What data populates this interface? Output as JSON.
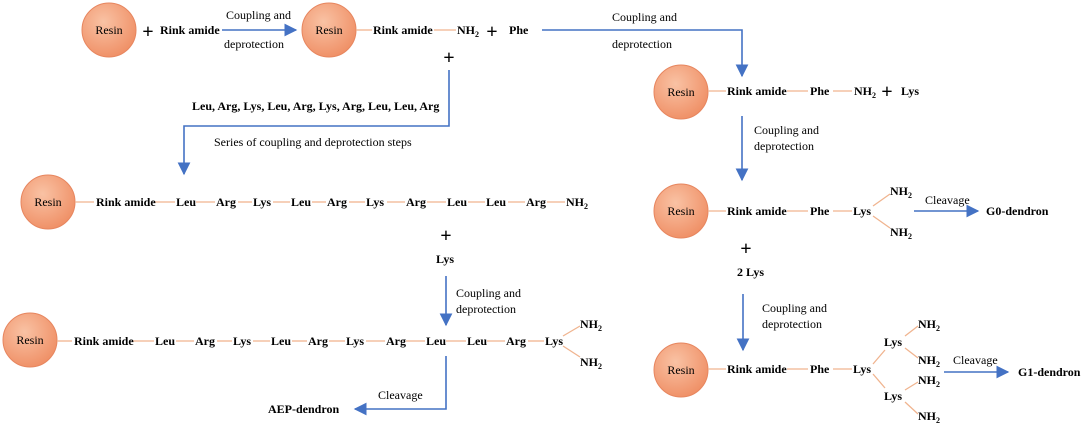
{
  "labels": {
    "resin": "Resin",
    "rink_amide": "Rink amide",
    "nh": "NH",
    "two": "2",
    "phe": "Phe",
    "lys": "Lys",
    "leu": "Leu",
    "arg": "Arg",
    "plus": "+",
    "coupling": "Coupling and",
    "deprotection": "deprotection",
    "sequence": "Leu, Arg, Lys, Leu, Arg, Lys, Arg, Leu, Leu, Arg",
    "series_steps": "Series of coupling and deprotection steps",
    "cleavage": "Cleavage",
    "aep_dendron": "AEP-dendron",
    "g0_dendron": "G0-dendron",
    "g1_dendron": "G1-dendron",
    "two_lys": "2  Lys"
  },
  "colors": {
    "resin_fill": "#f4a582",
    "resin_stroke": "#e7865f",
    "bond": "#f0b48f",
    "arrow": "#4472c4"
  }
}
